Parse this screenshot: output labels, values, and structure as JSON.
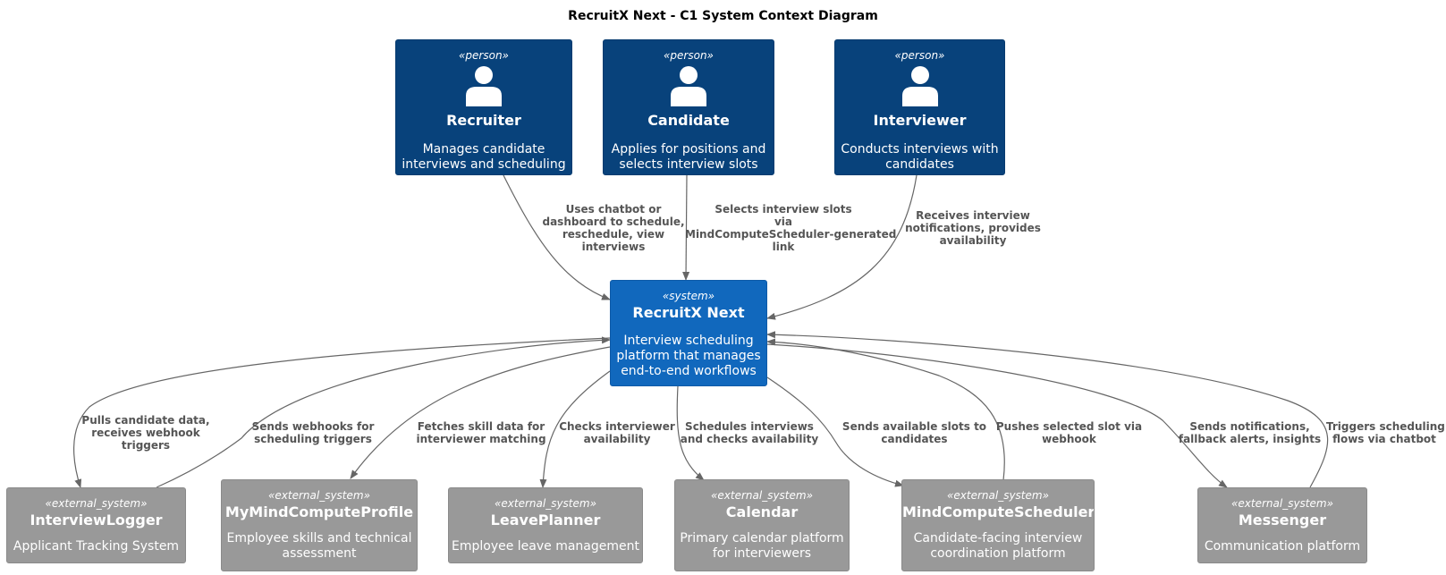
{
  "title": "RecruitX Next - C1 System Context Diagram",
  "persons": [
    {
      "stereotype": "«person»",
      "name": "Recruiter",
      "desc": [
        "Manages candidate",
        "interviews and scheduling"
      ]
    },
    {
      "stereotype": "«person»",
      "name": "Candidate",
      "desc": [
        "Applies for positions and",
        "selects interview slots"
      ]
    },
    {
      "stereotype": "«person»",
      "name": "Interviewer",
      "desc": [
        "Conducts interviews with",
        "candidates"
      ]
    }
  ],
  "system": {
    "stereotype": "«system»",
    "name": "RecruitX Next",
    "desc": [
      "Interview scheduling",
      "platform that manages",
      "end-to-end workflows"
    ]
  },
  "externals": [
    {
      "stereotype": "«external_system»",
      "name": "InterviewLogger",
      "desc": [
        "Applicant Tracking System"
      ]
    },
    {
      "stereotype": "«external_system»",
      "name": "MyMindComputeProfile",
      "desc": [
        "Employee skills and technical",
        "assessment"
      ]
    },
    {
      "stereotype": "«external_system»",
      "name": "LeavePlanner",
      "desc": [
        "Employee leave management"
      ]
    },
    {
      "stereotype": "«external_system»",
      "name": "Calendar",
      "desc": [
        "Primary calendar platform",
        "for interviewers"
      ]
    },
    {
      "stereotype": "«external_system»",
      "name": "MindComputeScheduler",
      "desc": [
        "Candidate-facing interview",
        "coordination platform"
      ]
    },
    {
      "stereotype": "«external_system»",
      "name": "Messenger",
      "desc": [
        "Communication platform"
      ]
    }
  ],
  "relations": [
    {
      "label": [
        "Uses chatbot or",
        "dashboard to schedule,",
        "reschedule, view",
        "interviews"
      ]
    },
    {
      "label": [
        "Selects interview slots",
        "via",
        "MindComputeScheduler-generated",
        "link"
      ]
    },
    {
      "label": [
        "Receives interview",
        "notifications, provides",
        "availability"
      ]
    },
    {
      "label": [
        "Pulls candidate data,",
        "receives webhook",
        "triggers"
      ]
    },
    {
      "label": [
        "Sends webhooks for",
        "scheduling triggers"
      ]
    },
    {
      "label": [
        "Fetches skill data for",
        "interviewer matching"
      ]
    },
    {
      "label": [
        "Checks interviewer",
        "availability"
      ]
    },
    {
      "label": [
        "Schedules interviews",
        "and checks availability"
      ]
    },
    {
      "label": [
        "Sends available slots to",
        "candidates"
      ]
    },
    {
      "label": [
        "Pushes selected slot via",
        "webhook"
      ]
    },
    {
      "label": [
        "Sends notifications,",
        "fallback alerts, insights"
      ]
    },
    {
      "label": [
        "Triggers scheduling",
        "flows via chatbot"
      ]
    }
  ]
}
